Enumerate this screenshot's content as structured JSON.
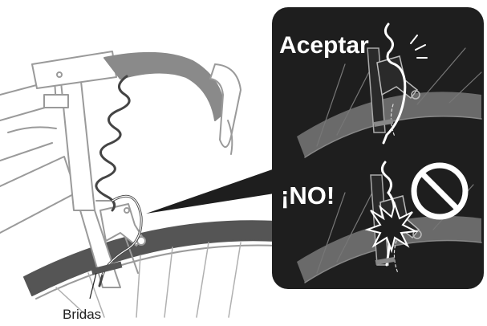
{
  "labels": {
    "ok": "Aceptar",
    "no": "¡NO!",
    "tie": "Bridas"
  },
  "icons": [
    "prohibited-icon",
    "stress-burst-icon",
    "check-arrow-icon"
  ],
  "colors": {
    "panel_bg": "#1e1e1e",
    "bike_line": "#9a9a9a",
    "cable": "#444444",
    "rim_dark": "#555555",
    "rim_panel": "#6a6a6a"
  }
}
